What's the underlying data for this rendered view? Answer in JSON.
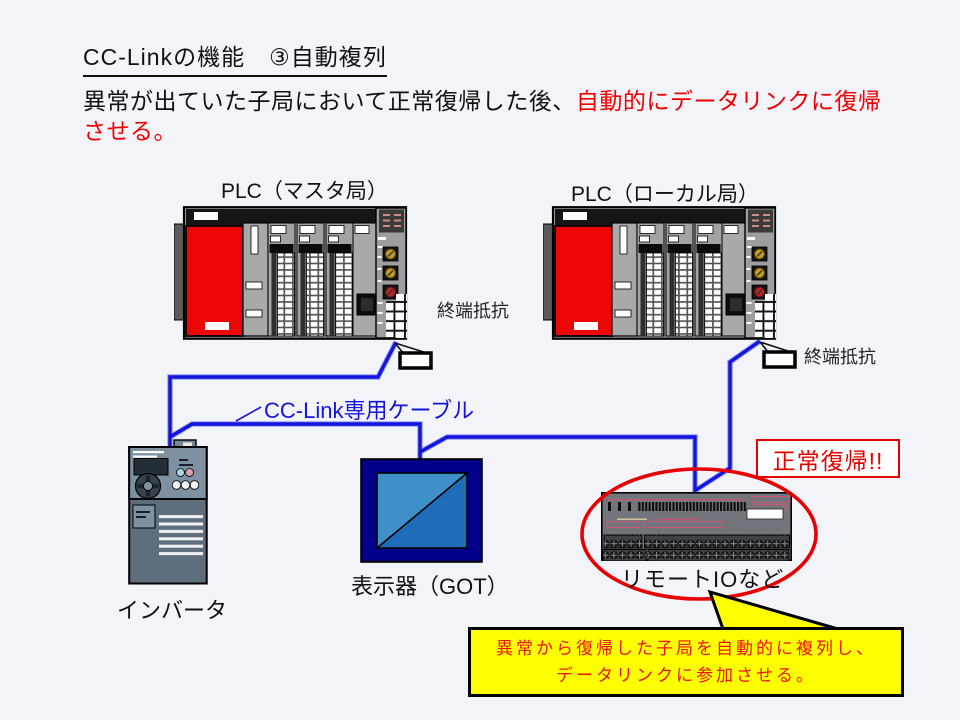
{
  "slide": {
    "title": "CC-Linkの機能　③自動複列",
    "description": {
      "black": "異常が出ていた子局において正常復帰した後、",
      "red": "自動的にデータリンクに復帰させる。"
    }
  },
  "labels": {
    "plc_master": "PLC（マスタ局）",
    "plc_local": "PLC（ローカル局）",
    "term_resistor_left": "終端抵抗",
    "term_resistor_right": "終端抵抗",
    "cable": "CC-Link専用ケーブル",
    "inverter": "インバータ",
    "got": "表示器（GOT）",
    "remote_io": "リモートIOなど"
  },
  "badges": {
    "recovery": "正常復帰!!"
  },
  "callout": {
    "line1": "異常から復帰した子局を自動的に複列し、",
    "line2": "データリンクに参加させる。"
  },
  "colors": {
    "background": "#f3f4fa",
    "cable_blue": "#1414dd",
    "accent_red": "#e60000",
    "callout_yellow": "#ffff00",
    "got_navy": "#00008b",
    "plc_power_red": "#ee0505"
  }
}
